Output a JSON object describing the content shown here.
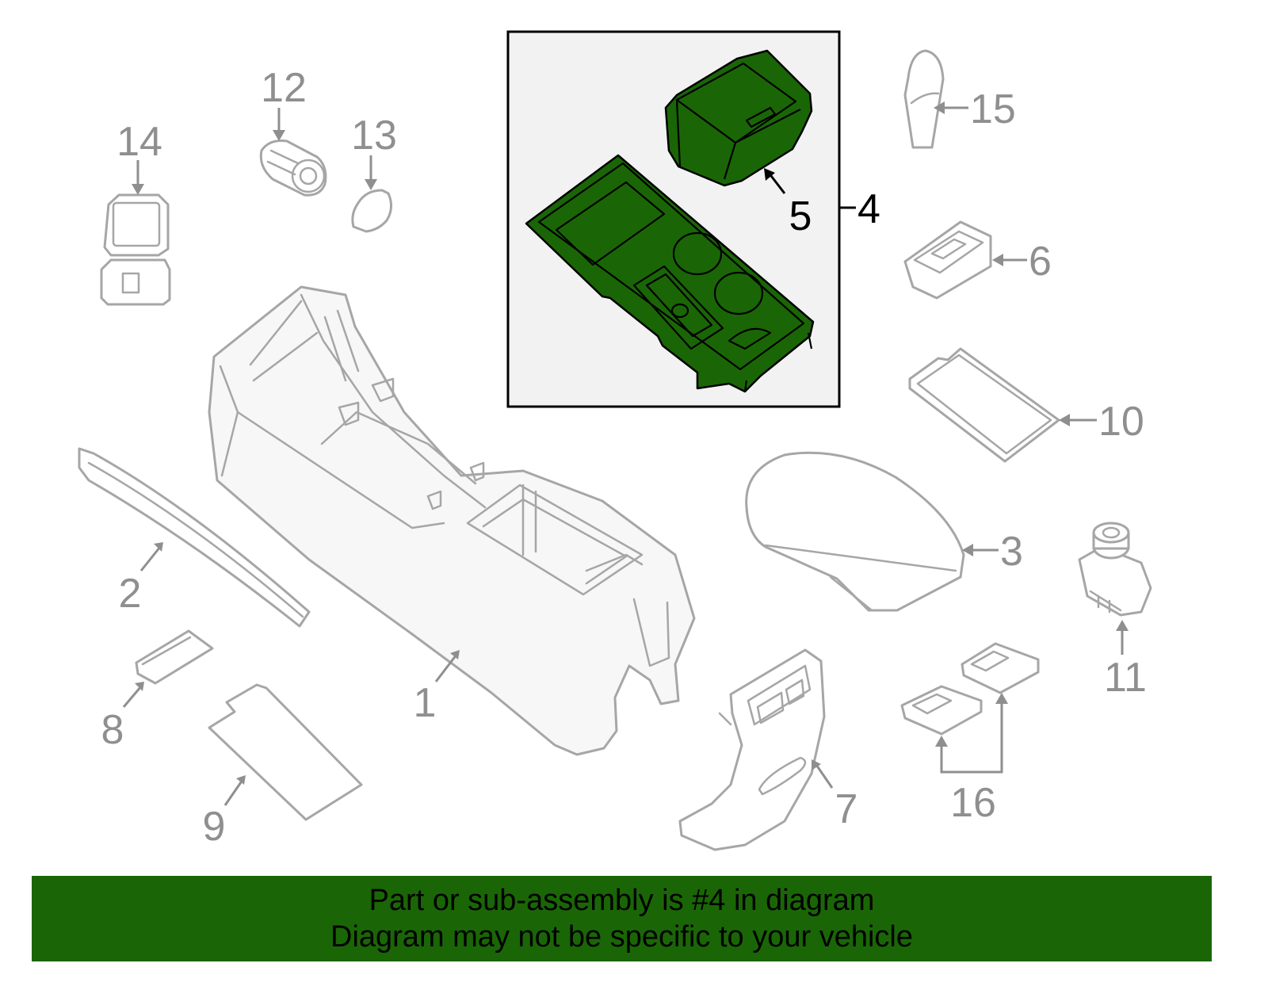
{
  "callouts": {
    "c1": "1",
    "c2": "2",
    "c3": "3",
    "c4": "4",
    "c5": "5",
    "c6": "6",
    "c7": "7",
    "c8": "8",
    "c9": "9",
    "c10": "10",
    "c11": "11",
    "c12": "12",
    "c13": "13",
    "c14": "14",
    "c15": "15",
    "c16": "16"
  },
  "highlighted_part": "4",
  "colors": {
    "highlight": "#1a6606",
    "outline": "#a6a6a6",
    "banner": "#1a6606"
  },
  "banner": {
    "line1": "Part or sub-assembly is #4 in diagram",
    "line2": "Diagram may not be specific to your vehicle"
  }
}
